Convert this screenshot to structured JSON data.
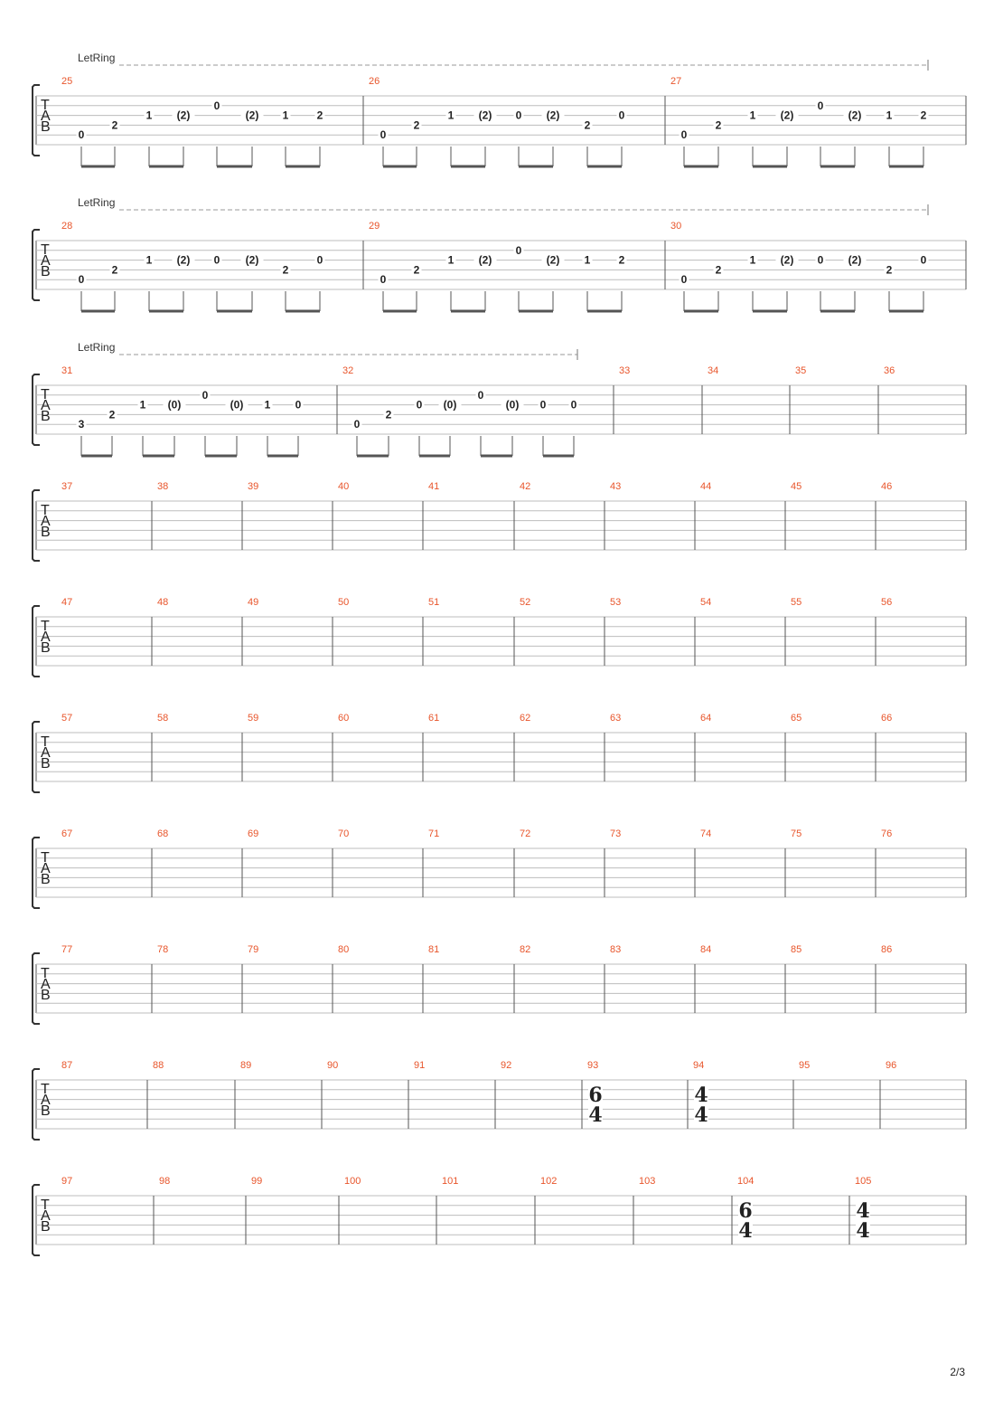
{
  "page": {
    "number": "2/3"
  },
  "staff_label": [
    "T",
    "A",
    "B"
  ],
  "let_ring_label": "LetRing",
  "systems": [
    {
      "let_ring": true,
      "measures": [
        {
          "number": "25",
          "notes": [
            {
              "s": 5,
              "f": "0"
            },
            {
              "s": 4,
              "f": "2"
            },
            {
              "s": 3,
              "f": "1"
            },
            {
              "s": 3,
              "f": "(2)"
            },
            {
              "s": 2,
              "f": "0"
            },
            {
              "s": 3,
              "f": "(2)"
            },
            {
              "s": 3,
              "f": "1"
            },
            {
              "s": 3,
              "f": "2"
            }
          ]
        },
        {
          "number": "26",
          "notes": [
            {
              "s": 5,
              "f": "0"
            },
            {
              "s": 4,
              "f": "2"
            },
            {
              "s": 3,
              "f": "1"
            },
            {
              "s": 3,
              "f": "(2)"
            },
            {
              "s": 3,
              "f": "0"
            },
            {
              "s": 3,
              "f": "(2)"
            },
            {
              "s": 4,
              "f": "2"
            },
            {
              "s": 3,
              "f": "0"
            }
          ]
        },
        {
          "number": "27",
          "notes": [
            {
              "s": 5,
              "f": "0"
            },
            {
              "s": 4,
              "f": "2"
            },
            {
              "s": 3,
              "f": "1"
            },
            {
              "s": 3,
              "f": "(2)"
            },
            {
              "s": 2,
              "f": "0"
            },
            {
              "s": 3,
              "f": "(2)"
            },
            {
              "s": 3,
              "f": "1"
            },
            {
              "s": 3,
              "f": "2"
            }
          ]
        }
      ]
    },
    {
      "let_ring": true,
      "measures": [
        {
          "number": "28",
          "notes": [
            {
              "s": 5,
              "f": "0"
            },
            {
              "s": 4,
              "f": "2"
            },
            {
              "s": 3,
              "f": "1"
            },
            {
              "s": 3,
              "f": "(2)"
            },
            {
              "s": 3,
              "f": "0"
            },
            {
              "s": 3,
              "f": "(2)"
            },
            {
              "s": 4,
              "f": "2"
            },
            {
              "s": 3,
              "f": "0"
            }
          ]
        },
        {
          "number": "29",
          "notes": [
            {
              "s": 5,
              "f": "0"
            },
            {
              "s": 4,
              "f": "2"
            },
            {
              "s": 3,
              "f": "1"
            },
            {
              "s": 3,
              "f": "(2)"
            },
            {
              "s": 2,
              "f": "0"
            },
            {
              "s": 3,
              "f": "(2)"
            },
            {
              "s": 3,
              "f": "1"
            },
            {
              "s": 3,
              "f": "2"
            }
          ]
        },
        {
          "number": "30",
          "notes": [
            {
              "s": 5,
              "f": "0"
            },
            {
              "s": 4,
              "f": "2"
            },
            {
              "s": 3,
              "f": "1"
            },
            {
              "s": 3,
              "f": "(2)"
            },
            {
              "s": 3,
              "f": "0"
            },
            {
              "s": 3,
              "f": "(2)"
            },
            {
              "s": 4,
              "f": "2"
            },
            {
              "s": 3,
              "f": "0"
            }
          ]
        }
      ]
    },
    {
      "let_ring": true,
      "measures": [
        {
          "number": "31",
          "notes": [
            {
              "s": 5,
              "f": "3"
            },
            {
              "s": 4,
              "f": "2"
            },
            {
              "s": 3,
              "f": "1"
            },
            {
              "s": 3,
              "f": "(0)"
            },
            {
              "s": 2,
              "f": "0"
            },
            {
              "s": 3,
              "f": "(0)"
            },
            {
              "s": 3,
              "f": "1"
            },
            {
              "s": 3,
              "f": "0"
            }
          ]
        },
        {
          "number": "32",
          "notes": [
            {
              "s": 5,
              "f": "0"
            },
            {
              "s": 4,
              "f": "2"
            },
            {
              "s": 3,
              "f": "0"
            },
            {
              "s": 3,
              "f": "(0)"
            },
            {
              "s": 2,
              "f": "0"
            },
            {
              "s": 3,
              "f": "(0)"
            },
            {
              "s": 3,
              "f": "0"
            },
            {
              "s": 3,
              "f": "0"
            }
          ]
        },
        {
          "number": "33"
        },
        {
          "number": "34"
        },
        {
          "number": "35"
        },
        {
          "number": "36"
        }
      ]
    },
    {
      "measures": [
        {
          "number": "37"
        },
        {
          "number": "38"
        },
        {
          "number": "39"
        },
        {
          "number": "40"
        },
        {
          "number": "41"
        },
        {
          "number": "42"
        },
        {
          "number": "43"
        },
        {
          "number": "44"
        },
        {
          "number": "45"
        },
        {
          "number": "46"
        }
      ]
    },
    {
      "measures": [
        {
          "number": "47"
        },
        {
          "number": "48"
        },
        {
          "number": "49"
        },
        {
          "number": "50"
        },
        {
          "number": "51"
        },
        {
          "number": "52"
        },
        {
          "number": "53"
        },
        {
          "number": "54"
        },
        {
          "number": "55"
        },
        {
          "number": "56"
        }
      ]
    },
    {
      "measures": [
        {
          "number": "57"
        },
        {
          "number": "58"
        },
        {
          "number": "59"
        },
        {
          "number": "60"
        },
        {
          "number": "61"
        },
        {
          "number": "62"
        },
        {
          "number": "63"
        },
        {
          "number": "64"
        },
        {
          "number": "65"
        },
        {
          "number": "66"
        }
      ]
    },
    {
      "measures": [
        {
          "number": "67"
        },
        {
          "number": "68"
        },
        {
          "number": "69"
        },
        {
          "number": "70"
        },
        {
          "number": "71"
        },
        {
          "number": "72"
        },
        {
          "number": "73"
        },
        {
          "number": "74"
        },
        {
          "number": "75"
        },
        {
          "number": "76"
        }
      ]
    },
    {
      "measures": [
        {
          "number": "77"
        },
        {
          "number": "78"
        },
        {
          "number": "79"
        },
        {
          "number": "80"
        },
        {
          "number": "81"
        },
        {
          "number": "82"
        },
        {
          "number": "83"
        },
        {
          "number": "84"
        },
        {
          "number": "85"
        },
        {
          "number": "86"
        }
      ]
    },
    {
      "measures": [
        {
          "number": "87"
        },
        {
          "number": "88"
        },
        {
          "number": "89"
        },
        {
          "number": "90"
        },
        {
          "number": "91"
        },
        {
          "number": "92"
        },
        {
          "number": "93",
          "time_signature": [
            "6",
            "4"
          ]
        },
        {
          "number": "94",
          "time_signature": [
            "4",
            "4"
          ]
        },
        {
          "number": "95"
        },
        {
          "number": "96"
        }
      ]
    },
    {
      "measures": [
        {
          "number": "97"
        },
        {
          "number": "98"
        },
        {
          "number": "99"
        },
        {
          "number": "100"
        },
        {
          "number": "101"
        },
        {
          "number": "102"
        },
        {
          "number": "103"
        },
        {
          "number": "104",
          "time_signature": [
            "6",
            "4"
          ]
        },
        {
          "number": "105",
          "time_signature": [
            "4",
            "4"
          ]
        }
      ]
    }
  ]
}
